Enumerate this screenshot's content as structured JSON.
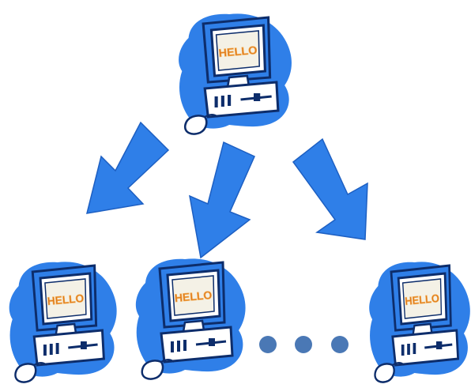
{
  "colors": {
    "computer_blue": "#2f7fe8",
    "computer_outline": "#0d2d6b",
    "screen_fill": "#f4f1e6",
    "hello_text": "#e07a1c",
    "arrow_blue": "#2f7fe8",
    "dot_blue": "#4a78b5"
  },
  "icons": {
    "computer": "desktop-computer-icon",
    "arrow": "down-arrow-icon",
    "ellipsis": "ellipsis-dots-icon"
  },
  "diagram": {
    "source": {
      "screen_text": "HELLO"
    },
    "targets": [
      {
        "screen_text": "HELLO"
      },
      {
        "screen_text": "HELLO"
      },
      {
        "screen_text": "HELLO"
      }
    ],
    "ellipsis_dot_count": 3
  }
}
